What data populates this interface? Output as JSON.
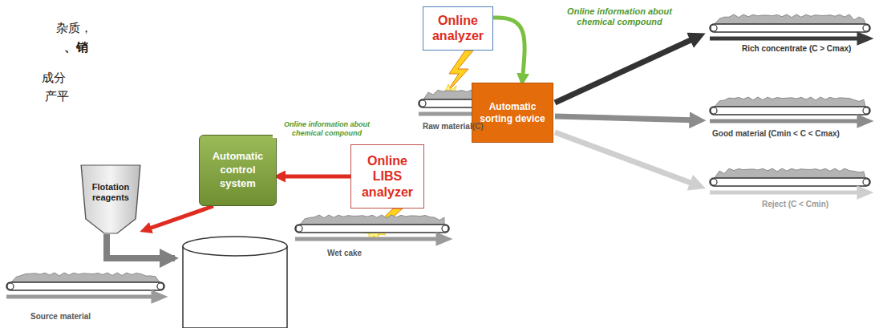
{
  "diagram": {
    "nodes": [
      {
        "text": [
          "Online analyzer"
        ]
      },
      {
        "text": [
          "Automatic sorting device"
        ]
      },
      {
        "text": [
          "Automatic control system"
        ]
      },
      {
        "text": [
          "Online LIBS analyzer"
        ]
      },
      {
        "text": [
          "Flotation reagents"
        ]
      }
    ],
    "edges": [
      {
        "from": 0,
        "to": 1,
        "label": "Online information about chemical compound",
        "arrow": "to"
      },
      {
        "from": 3,
        "to": 2,
        "label": "Online information about chemical compound",
        "arrow": "to"
      },
      {
        "from": 2,
        "to": 4,
        "arrow": "to"
      }
    ],
    "labels": [
      "杂质，",
      "、销",
      "成分",
      "产平",
      "Raw material(C)",
      "Rich concentrate (C > Cmax)",
      "Good material (Cmin < C < Cmax)",
      "Reject (C < Cmin)",
      "Wet cake",
      "Source material"
    ]
  }
}
